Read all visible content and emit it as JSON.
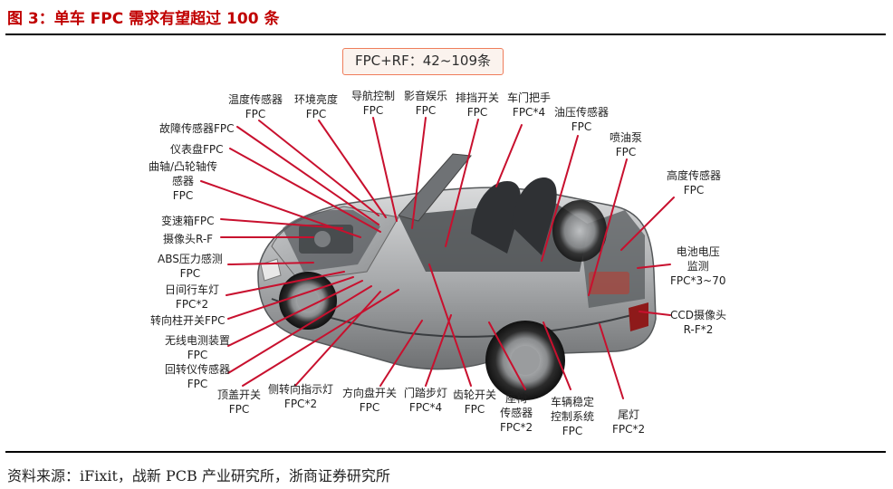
{
  "figure": {
    "title": "图 3：单车 FPC 需求有望超过 100 条",
    "source": "资料来源：iFixit，战新 PCB 产业研究所，浙商证券研究所",
    "badge": "FPC+RF：42~109条"
  },
  "labels": {
    "temp_sensor": {
      "name": "温度传感器",
      "type": "FPC"
    },
    "ambient_light": {
      "name": "环境亮度",
      "type": "FPC"
    },
    "nav_control": {
      "name": "导航控制",
      "type": "FPC"
    },
    "audio_video": {
      "name": "影音娱乐",
      "type": "FPC"
    },
    "gear_switch": {
      "name": "排挡开关",
      "type": "FPC"
    },
    "door_handle": {
      "name": "车门把手",
      "type": "FPC*4"
    },
    "oil_pressure": {
      "name": "油压传感器",
      "type": "FPC"
    },
    "injection_pump": {
      "name": "喷油泵",
      "type": "FPC"
    },
    "height_sensor": {
      "name": "高度传感器",
      "type": "FPC"
    },
    "battery_voltage": {
      "name1": "电池电压",
      "name2": "监测",
      "type": "FPC*3~70"
    },
    "ccd_camera": {
      "name": "CCD摄像头",
      "type": "R-F*2"
    },
    "fault_sensor": {
      "name": "故障传感器FPC"
    },
    "dashboard": {
      "name": "仪表盘FPC"
    },
    "camshaft": {
      "name1": "曲轴/凸轮轴传",
      "name2": "感器",
      "type": "FPC"
    },
    "gearbox": {
      "name": "变速箱FPC"
    },
    "camera": {
      "name": "摄像头R-F"
    },
    "abs": {
      "name": "ABS压力感测",
      "type": "FPC"
    },
    "drl": {
      "name": "日间行车灯",
      "type": "FPC*2"
    },
    "steering_switch": {
      "name": "转向柱开关FPC"
    },
    "wireless_charging": {
      "name": "无线电测装置",
      "type": "FPC"
    },
    "gyro": {
      "name": "回转仪传感器",
      "type": "FPC"
    },
    "roof_switch": {
      "name": "顶盖开关",
      "type": "FPC"
    },
    "side_indicator": {
      "name": "侧转向指示灯",
      "type": "FPC*2"
    },
    "steering_wheel_switch": {
      "name": "方向盘开关",
      "type": "FPC"
    },
    "step_light": {
      "name": "门踏步灯",
      "type": "FPC*4"
    },
    "gear_wheel_switch": {
      "name": "齿轮开关",
      "type": "FPC"
    },
    "seat_sensor": {
      "name1": "座椅",
      "name2": "传感器",
      "type": "FPC*2"
    },
    "esc": {
      "name1": "车辆稳定",
      "name2": "控制系统",
      "type": "FPC"
    },
    "tail_light": {
      "name": "尾灯",
      "type": "FPC*2"
    }
  },
  "colors": {
    "title_red": "#c00000",
    "leader_red": "#c8102e",
    "badge_border": "#ef7d5b",
    "badge_fill": "#fbf3ee"
  }
}
